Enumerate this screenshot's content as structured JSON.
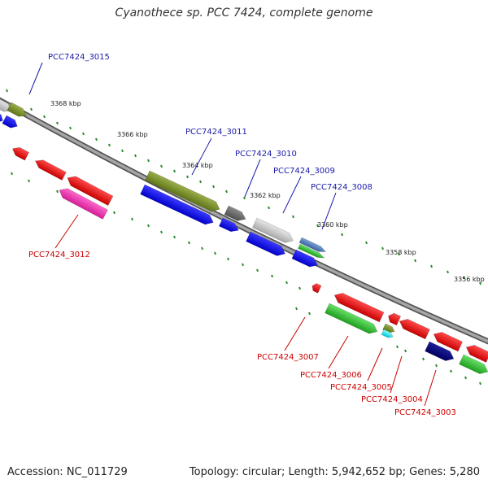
{
  "title": "Cyanothece sp. PCC 7424, complete genome",
  "footer": {
    "accession": "Accession: NC_011729",
    "topology": "Topology: circular; Length: 5,942,652 bp; Genes: 5,280"
  },
  "colors": {
    "forward_label": "#1a1aaa",
    "reverse_label": "#cc0000",
    "backbone": "#7a7a7a",
    "tick": "#2e8b2e"
  },
  "kbp_labels": [
    "3368 kbp",
    "3366 kbp",
    "3364 kbp",
    "3362 kbp",
    "3360 kbp",
    "3358 kbp",
    "3356 kbp"
  ],
  "forward_labels": [
    "PCC7424_3015",
    "PCC7424_3011",
    "PCC7424_3010",
    "PCC7424_3009",
    "PCC7424_3008"
  ],
  "reverse_labels": [
    "PCC7424_3012",
    "PCC7424_3007",
    "PCC7424_3006",
    "PCC7424_3005",
    "PCC7424_3004",
    "PCC7424_3003"
  ]
}
